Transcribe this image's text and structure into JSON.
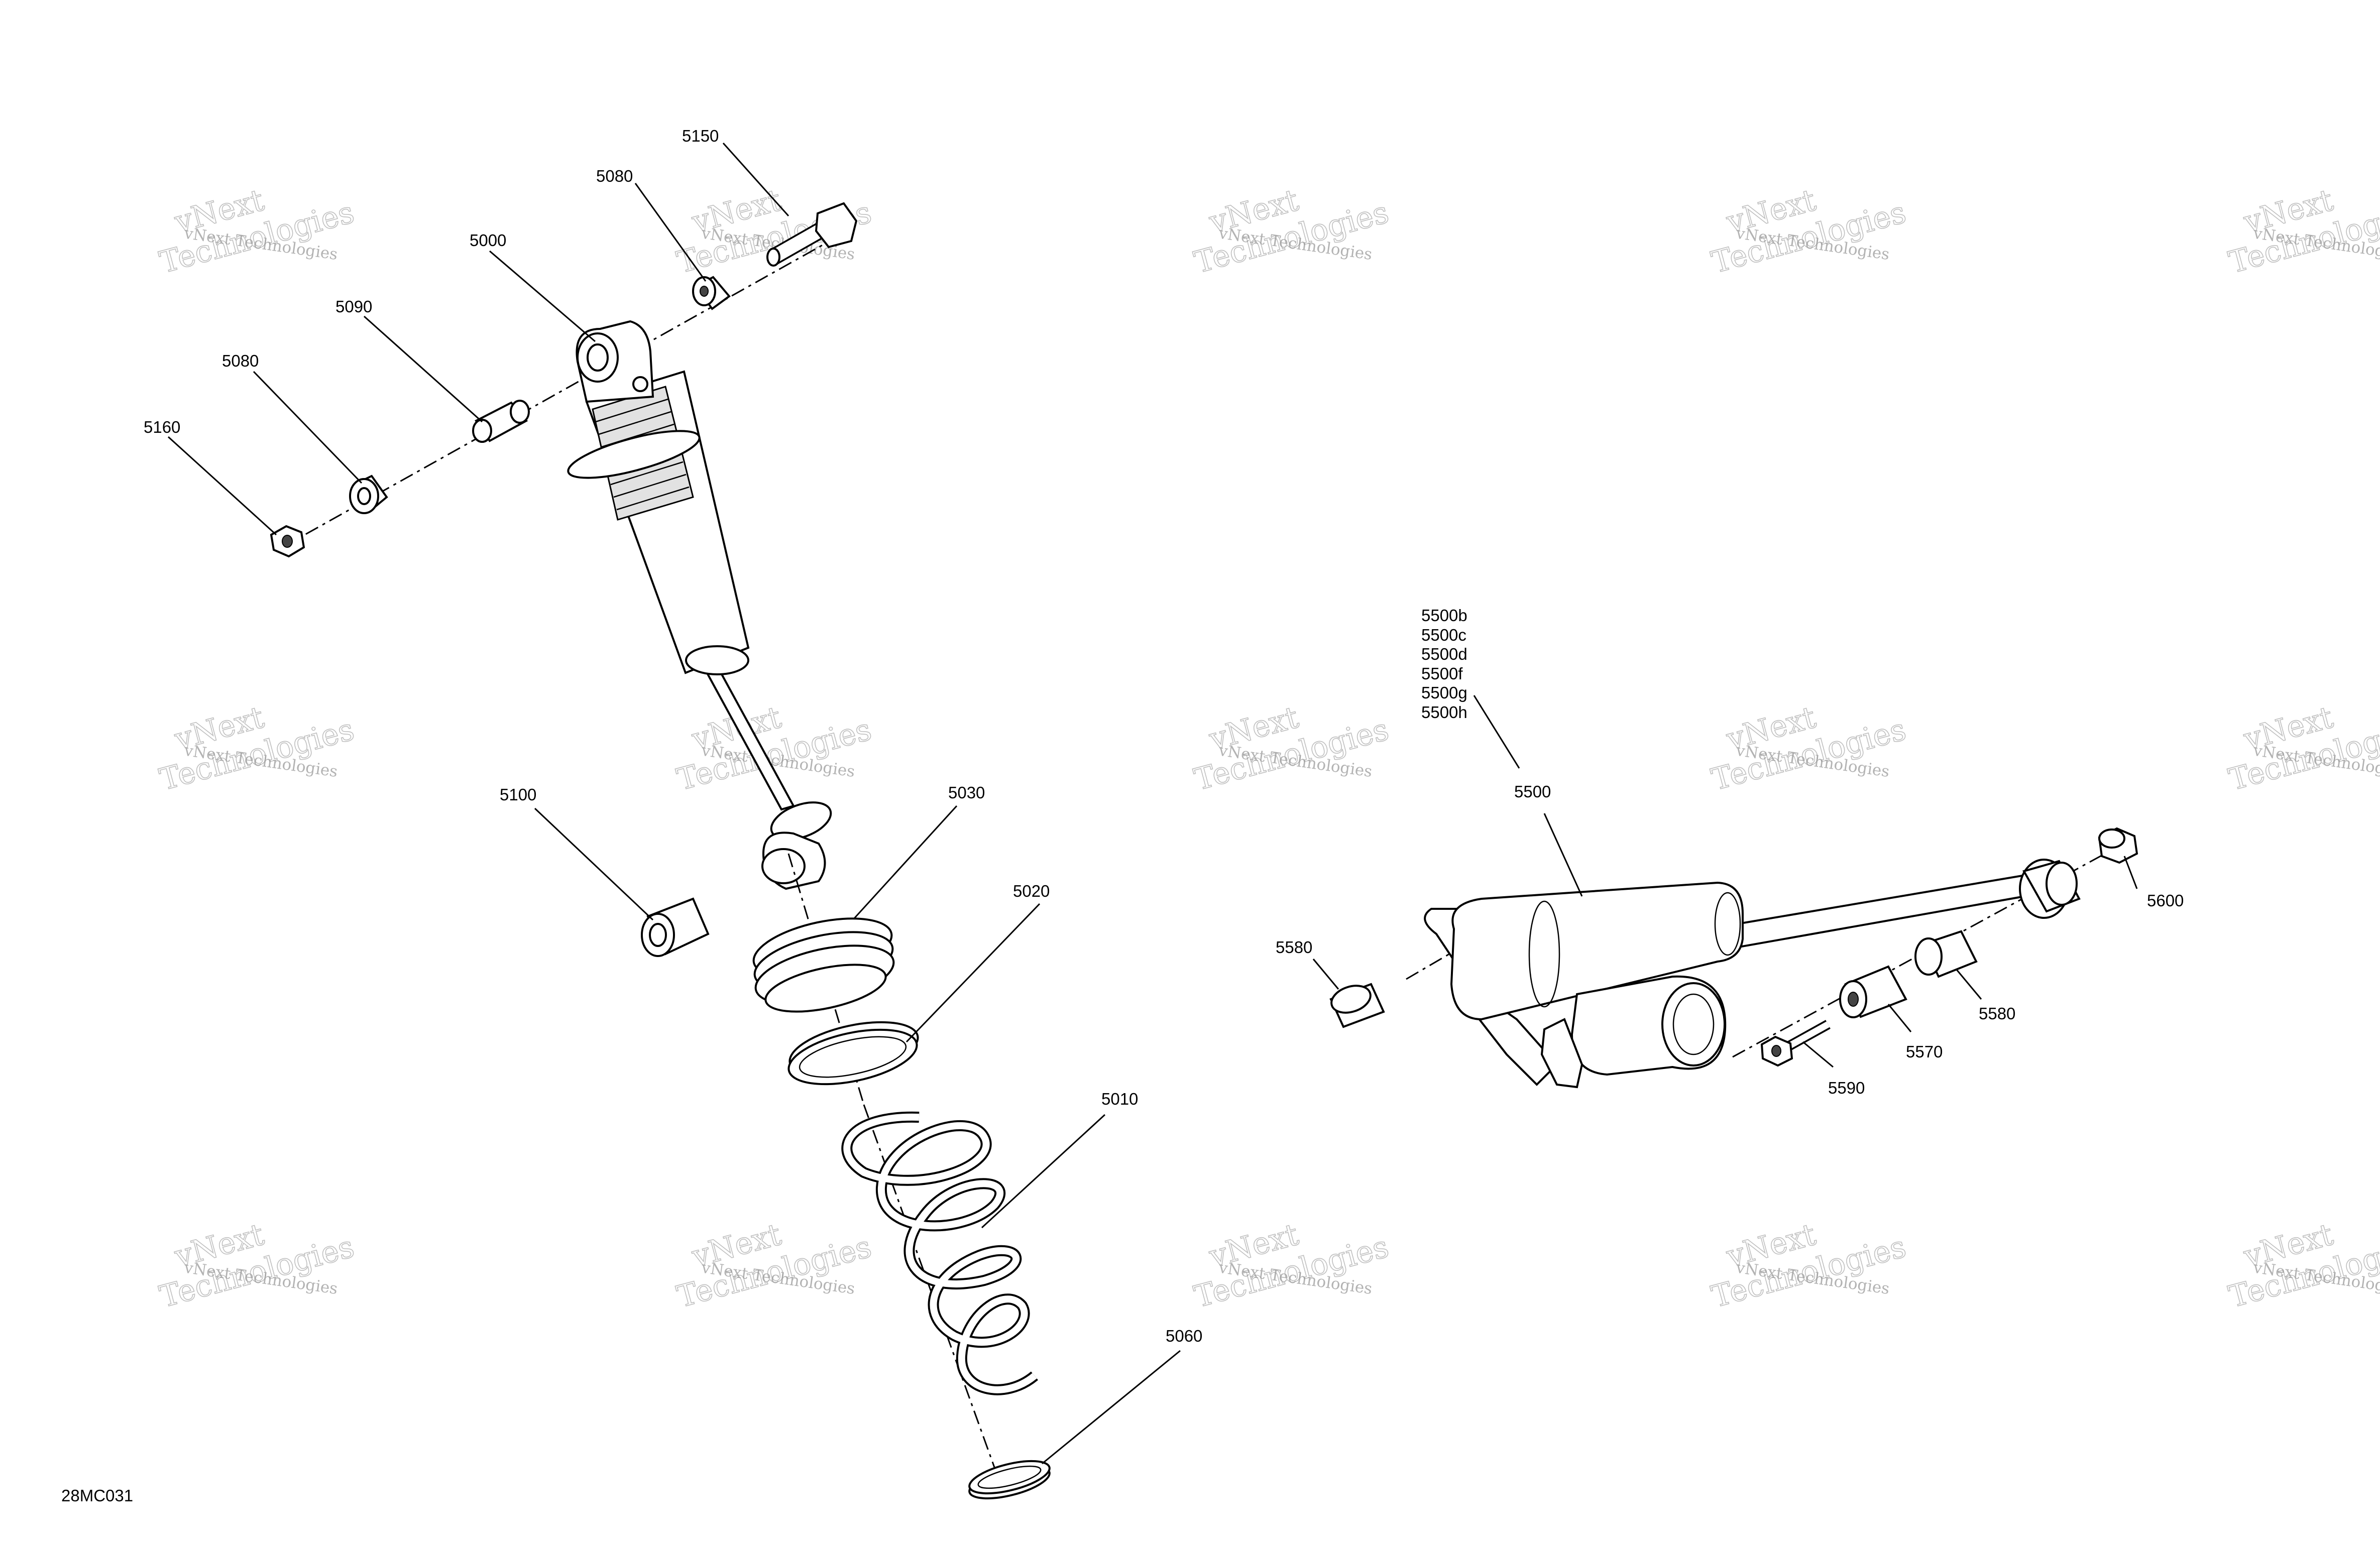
{
  "figure_id": "28MC031",
  "watermark": {
    "line1": "vNext Technologies",
    "line2": "vNext",
    "line3": "Technologies"
  },
  "callouts": {
    "c5150": "5150",
    "c5080a": "5080",
    "c5000": "5000",
    "c5090": "5090",
    "c5080b": "5080",
    "c5160": "5160",
    "c5100": "5100",
    "c5030": "5030",
    "c5020": "5020",
    "c5010": "5010",
    "c5060": "5060",
    "c5500": "5500",
    "c5580a": "5580",
    "c5600": "5600",
    "c5580b": "5580",
    "c5570": "5570",
    "c5590": "5590"
  },
  "variants_5500": [
    "5500b",
    "5500c",
    "5500d",
    "5500f",
    "5500g",
    "5500h"
  ]
}
